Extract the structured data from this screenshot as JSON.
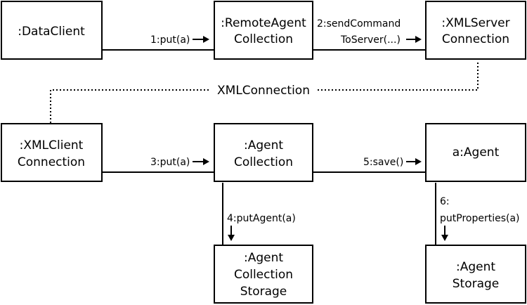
{
  "objects": {
    "data_client": ":DataClient",
    "remote_agent_collection": [
      ":RemoteAgent",
      "Collection"
    ],
    "xml_server_connection": [
      ":XMLServer",
      "Connection"
    ],
    "xml_client_connection": [
      ":XMLClient",
      "Connection"
    ],
    "agent_collection": [
      ":Agent",
      "Collection"
    ],
    "a_agent": "a:Agent",
    "agent_collection_storage": [
      ":Agent",
      "Collection",
      "Storage"
    ],
    "agent_storage": [
      ":Agent",
      "Storage"
    ]
  },
  "messages": {
    "m1": "1:put(a)",
    "m2": [
      "2:sendCommand",
      "ToServer(...)"
    ],
    "m3": "3:put(a)",
    "m4": "4:putAgent(a)",
    "m5": "5:save()",
    "m6": [
      "6:",
      "putProperties(a)"
    ]
  },
  "connection_label": "XMLConnection"
}
